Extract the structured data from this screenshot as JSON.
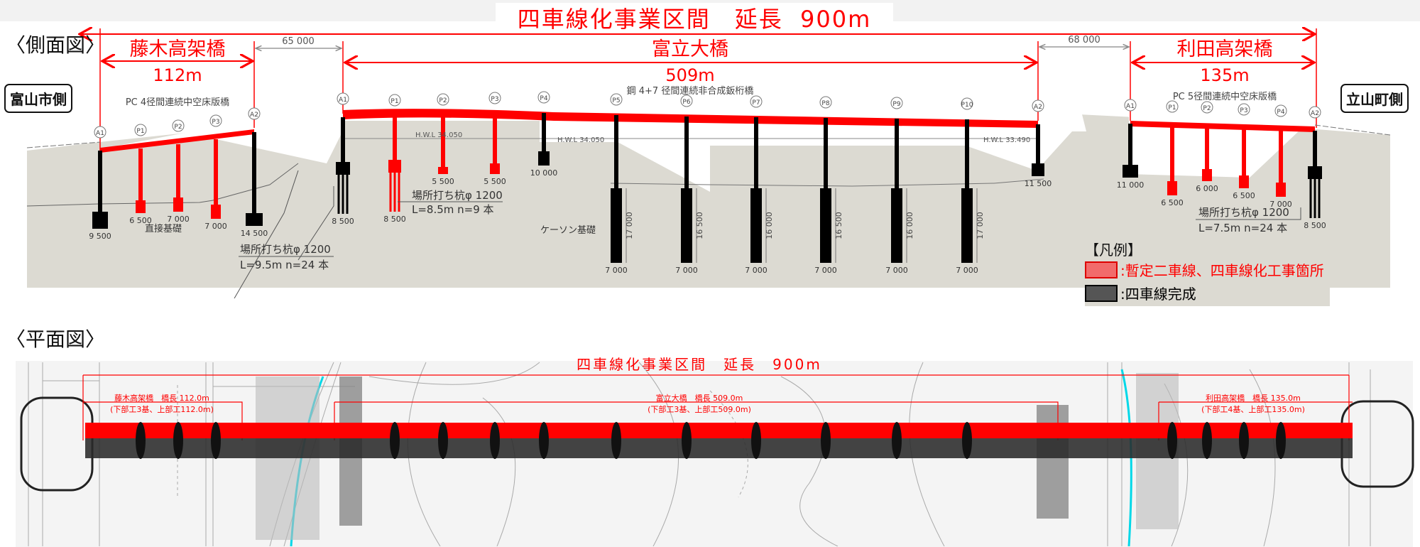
{
  "header": {
    "title": "四車線化事業区間　延長  900m"
  },
  "side_view": {
    "label": "〈側面図〉",
    "left_side": "富山市側",
    "right_side": "立山町側",
    "gap_left": "65 000",
    "gap_right": "68 000",
    "bridges": [
      {
        "name": "藤木高架橋",
        "length": "112m",
        "type": "PC 4径間連続中空床版橋"
      },
      {
        "name": "富立大橋",
        "length": "509m",
        "type": "鋼 4+7 径間連続非合成鈑桁橋"
      },
      {
        "name": "利田高架橋",
        "length": "135m",
        "type": "PC 5径間連続中空床版橋"
      }
    ],
    "piers": {
      "fujiki": [
        {
          "label": "A1",
          "dim": "9 500",
          "status": "complete"
        },
        {
          "label": "P1",
          "dim": "6 500",
          "status": "construction"
        },
        {
          "label": "P2",
          "dim": "7 000",
          "status": "construction"
        },
        {
          "label": "P3",
          "dim": "7 000",
          "status": "construction"
        },
        {
          "label": "A2",
          "dim": "14 500",
          "status": "complete"
        }
      ],
      "fujitachi": [
        {
          "label": "A1",
          "dim": "8 500",
          "status": "complete"
        },
        {
          "label": "P1",
          "dim": "8 500",
          "status": "construction"
        },
        {
          "label": "P2",
          "dim": "5 500",
          "status": "construction"
        },
        {
          "label": "P3",
          "dim": "5 500",
          "status": "construction"
        },
        {
          "label": "P4",
          "dim": "10 000",
          "status": "complete"
        },
        {
          "label": "P5",
          "dim": "7 000",
          "depth": "17 000",
          "status": "complete"
        },
        {
          "label": "P6",
          "dim": "7 000",
          "depth": "16 500",
          "status": "complete"
        },
        {
          "label": "P7",
          "dim": "7 000",
          "depth": "16 000",
          "status": "complete"
        },
        {
          "label": "P8",
          "dim": "7 000",
          "depth": "16 500",
          "status": "complete"
        },
        {
          "label": "P9",
          "dim": "7 000",
          "depth": "16 000",
          "status": "complete"
        },
        {
          "label": "P10",
          "dim": "7 000",
          "depth": "17 000",
          "status": "complete"
        },
        {
          "label": "A2",
          "dim": "11 500",
          "status": "complete"
        }
      ],
      "toshida": [
        {
          "label": "A1",
          "dim": "11 000",
          "status": "complete"
        },
        {
          "label": "P1",
          "dim": "6 500",
          "status": "construction"
        },
        {
          "label": "P2",
          "dim": "6 000",
          "status": "construction"
        },
        {
          "label": "P3",
          "dim": "6 500",
          "status": "construction"
        },
        {
          "label": "P4",
          "dim": "7 000",
          "status": "construction"
        },
        {
          "label": "A2",
          "dim": "8 500",
          "status": "complete"
        }
      ]
    },
    "hwl": [
      "H.W.L 34.050",
      "H.W.L 34.050",
      "H.W.L 33.490"
    ],
    "foundations": {
      "direct": "直接基礎",
      "caisson": "ケーソン基礎",
      "pile_a": [
        "場所打ち杭φ 1200",
        "L=9.5m n=24 本"
      ],
      "pile_b": [
        "場所打ち杭φ 1200",
        "L=8.5m n=9 本"
      ],
      "pile_c": [
        "場所打ち杭φ 1200",
        "L=7.5m n=24 本"
      ]
    },
    "legend": {
      "title": "【凡例】",
      "items": [
        {
          "label": ":暫定二車線、四車線化工事箇所",
          "color": "#f26b6b"
        },
        {
          "label": ":四車線完成",
          "color": "#555555"
        }
      ]
    }
  },
  "plan_view": {
    "label": "〈平面図〉",
    "title": "四車線化事業区間　延長　900m",
    "bridges": [
      {
        "line1": "藤木高架橋　橋長 112.0m",
        "line2": "(下部工3基、上部工112.0m)"
      },
      {
        "line1": "富立大橋　橋長 509.0m",
        "line2": "(下部工3基、上部工509.0m)"
      },
      {
        "line1": "利田高架橋　橋長 135.0m",
        "line2": "(下部工4基、上部工135.0m)"
      }
    ]
  },
  "colors": {
    "accent": "#ff0000",
    "complete": "#000000",
    "ground": "#dcdad2"
  }
}
